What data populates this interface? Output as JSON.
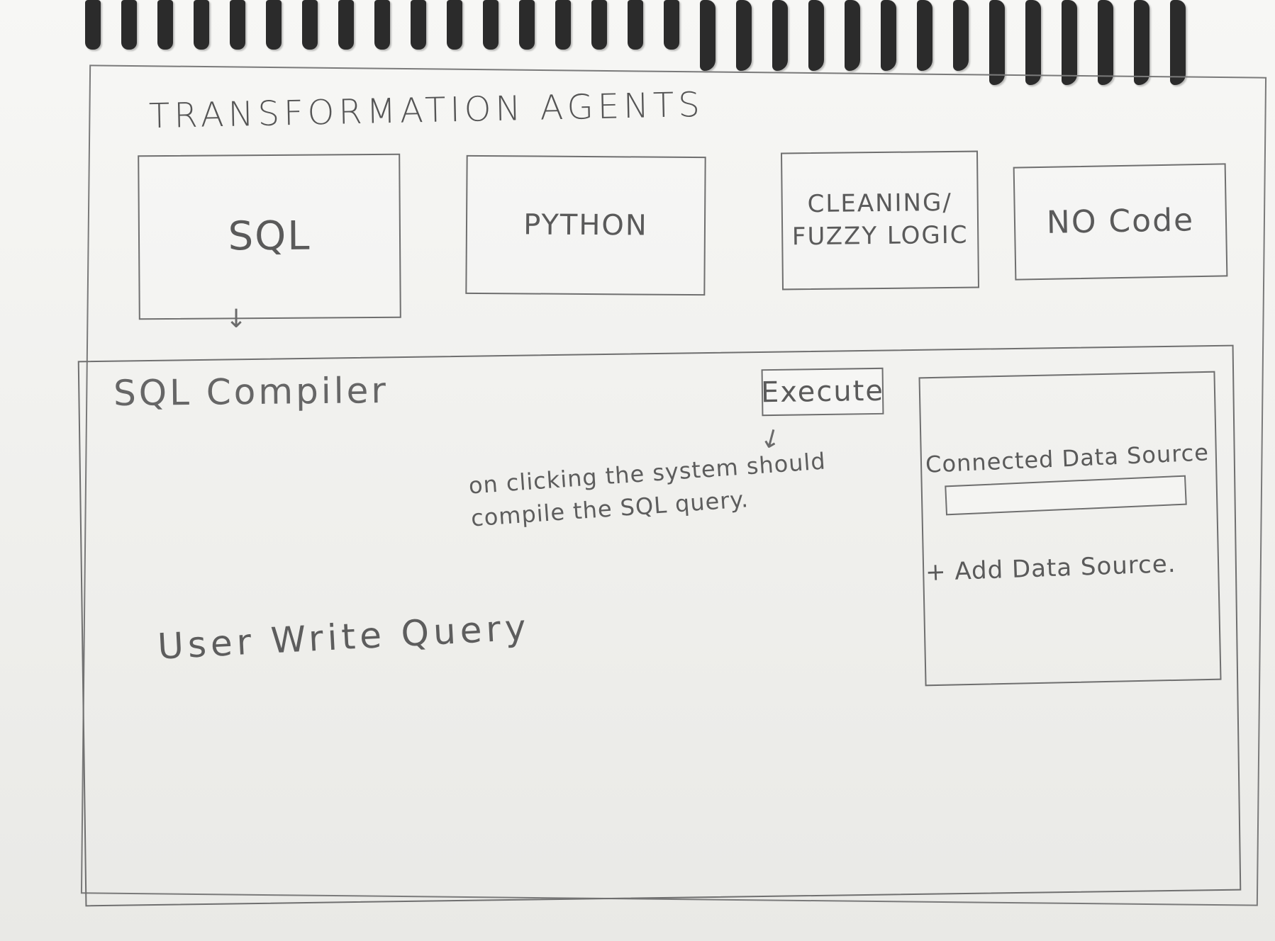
{
  "header": {
    "title": "TRANSFORMATION AGENTS"
  },
  "agents": [
    {
      "label": "SQL"
    },
    {
      "label": "PYTHON"
    },
    {
      "label": "CLEANING/\nFUZZY LOGIC"
    },
    {
      "label": "NO Code"
    }
  ],
  "compiler": {
    "title": "SQL Compiler",
    "execute_label": "Execute",
    "annotation": "on clicking the system should\ncompile the SQL query.",
    "query_placeholder": "User Write Query"
  },
  "data_sources": {
    "connected_label": "Connected Data Source",
    "connected_value": "",
    "add_label": "+ Add Data Source."
  },
  "icons": {
    "agent_arrow": "arrow-down-icon",
    "execute_arrow": "arrow-down-icon"
  }
}
